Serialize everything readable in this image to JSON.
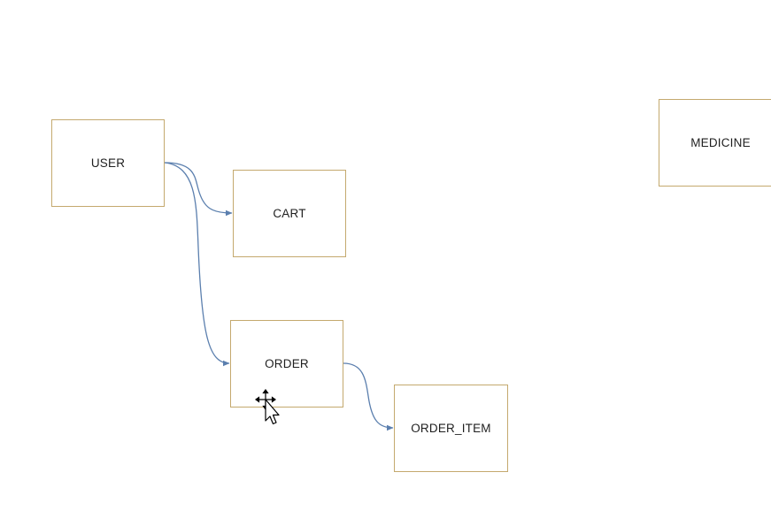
{
  "diagram": {
    "entities": {
      "user": {
        "label": "USER"
      },
      "cart": {
        "label": "CART"
      },
      "order": {
        "label": "ORDER"
      },
      "order_item": {
        "label": "ORDER_ITEM"
      },
      "medicine": {
        "label": "MEDICINE"
      }
    },
    "relations": [
      {
        "from": "USER",
        "to": "CART"
      },
      {
        "from": "USER",
        "to": "ORDER"
      },
      {
        "from": "ORDER",
        "to": "ORDER_ITEM"
      }
    ],
    "colors": {
      "entity_border": "#c4a96e",
      "connector": "#5b7fae",
      "background": "#ffffff"
    },
    "cursor_icon": "move-cursor-icon"
  }
}
